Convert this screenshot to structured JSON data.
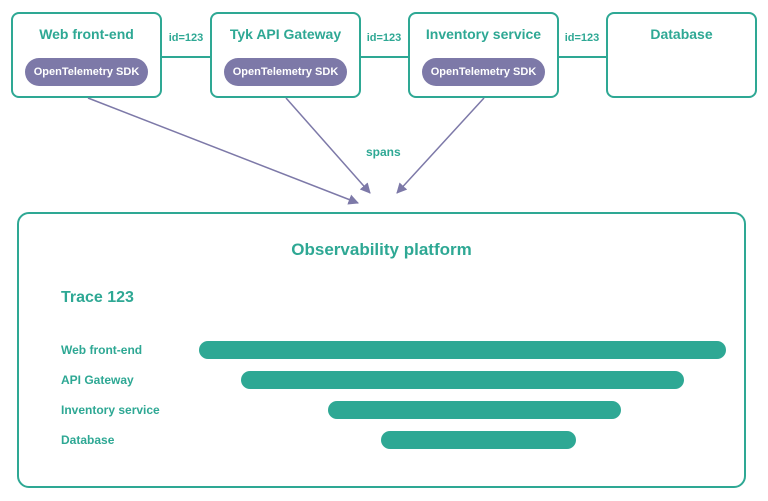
{
  "services": [
    {
      "title": "Web front-end",
      "sdk": "OpenTelemetry SDK"
    },
    {
      "title": "Tyk API Gateway",
      "sdk": "OpenTelemetry SDK"
    },
    {
      "title": "Inventory service",
      "sdk": "OpenTelemetry SDK"
    },
    {
      "title": "Database",
      "sdk": ""
    }
  ],
  "links": [
    "id=123",
    "id=123",
    "id=123"
  ],
  "spans_label": "spans",
  "platform": {
    "title": "Observability platform",
    "trace_title": "Trace 123",
    "rows": [
      {
        "label": "Web front-end",
        "start": 0.0,
        "end": 1.0
      },
      {
        "label": "API Gateway",
        "start": 0.08,
        "end": 0.92
      },
      {
        "label": "Inventory service",
        "start": 0.245,
        "end": 0.8
      },
      {
        "label": "Database",
        "start": 0.345,
        "end": 0.715
      }
    ]
  },
  "colors": {
    "teal": "#2ea894",
    "purple": "#7d79a8"
  }
}
